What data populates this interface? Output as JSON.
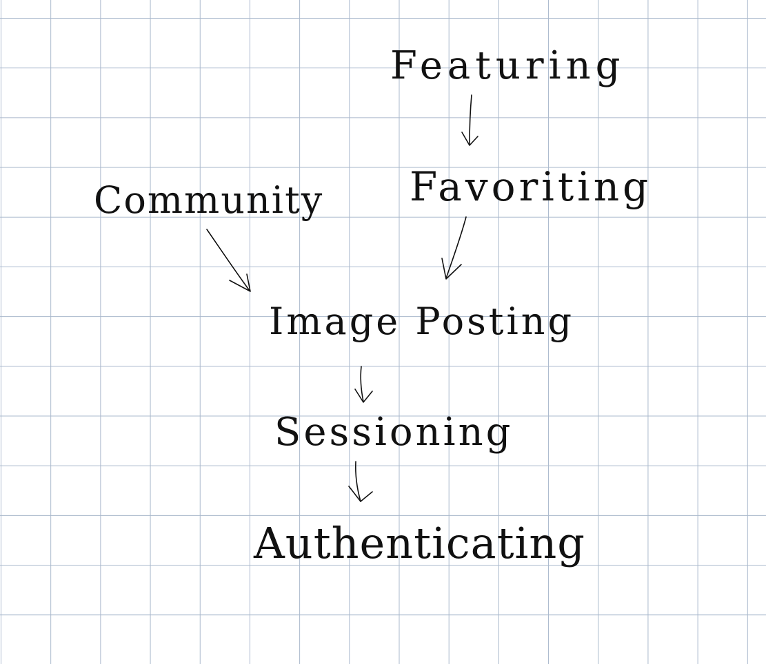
{
  "diagram": {
    "nodes": {
      "featuring": "Featuring",
      "favoriting": "Favoriting",
      "community": "Community",
      "image_posting": "Image Posting",
      "sessioning": "Sessioning",
      "authenticating": "Authenticating"
    },
    "edges": [
      {
        "from": "Featuring",
        "to": "Favoriting"
      },
      {
        "from": "Favoriting",
        "to": "Image Posting"
      },
      {
        "from": "Community",
        "to": "Image Posting"
      },
      {
        "from": "Image Posting",
        "to": "Sessioning"
      },
      {
        "from": "Sessioning",
        "to": "Authenticating"
      }
    ]
  },
  "colors": {
    "grid_line": "#a9b8cc",
    "ink": "#111111",
    "paper": "#ffffff"
  }
}
